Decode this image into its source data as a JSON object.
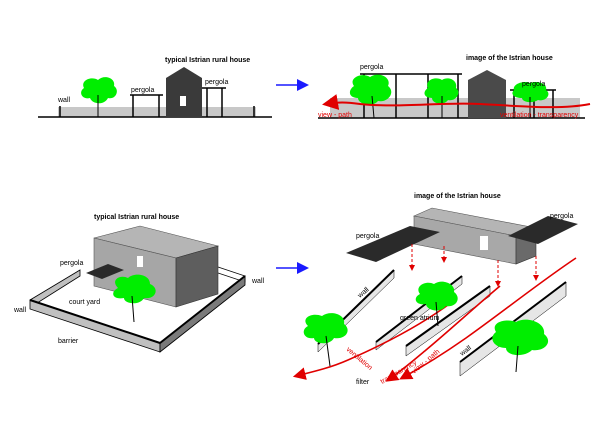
{
  "panels": {
    "top_left": {
      "title": "typical Istrian rural house",
      "labels": {
        "wall": "wall",
        "pergola_1": "pergola",
        "pergola_2": "pergola"
      }
    },
    "top_right": {
      "title": "image of the Istrian house",
      "labels": {
        "pergola_1": "pergola",
        "pergola_2": "pergola",
        "view_path": "view - path",
        "ventilation_transparency": "ventilation - transparency"
      }
    },
    "bottom_left": {
      "title": "typical Istrian rural house",
      "labels": {
        "pergola": "pergola",
        "wall_left": "wall",
        "wall_right": "wall",
        "court_yard": "court yard",
        "barrier": "barrier"
      }
    },
    "bottom_right": {
      "title": "image of the Istrian house",
      "labels": {
        "pergola_left": "pergola",
        "pergola_right": "pergola",
        "wall_1": "wall",
        "wall_2": "wall",
        "green_atrium": "green atrium",
        "ventilation": "ventilation",
        "transparency": "transparency",
        "view_path": "view - path",
        "filter": "filter"
      }
    }
  },
  "colors": {
    "tree_green": "#00ee00",
    "arrow_blue": "#1a1aff",
    "flow_red": "#e00000",
    "house_dark": "#3a3a3a",
    "ground_grey": "#bfbfbf"
  }
}
